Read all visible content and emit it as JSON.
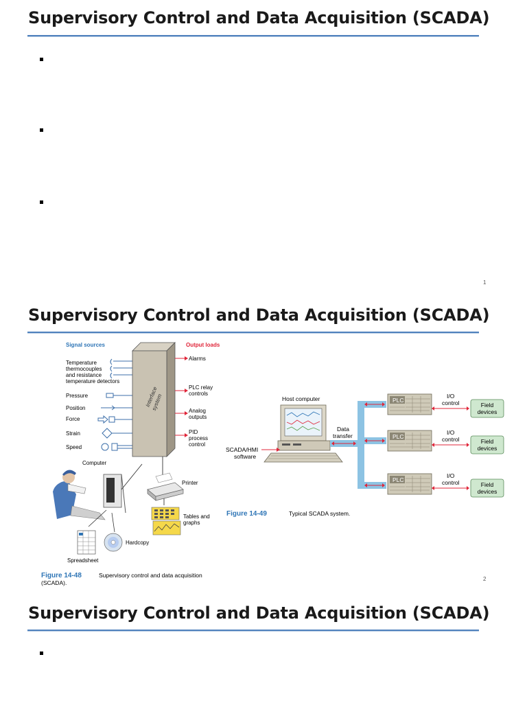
{
  "slides": [
    {
      "title": "Supervisory Control and Data Acquisition (SCADA)",
      "page_number": "1"
    },
    {
      "title": "Supervisory Control and Data Acquisition (SCADA)",
      "page_number": "2"
    },
    {
      "title": "Supervisory Control and Data Acquisition (SCADA)"
    }
  ],
  "fig48": {
    "signal_sources_label": "Signal sources",
    "output_loads_label": "Output loads",
    "sensor_lines": [
      "Temperature",
      "thermocouples",
      "and resistance",
      "temperature detectors"
    ],
    "sensors": [
      "Pressure",
      "Position",
      "Force",
      "Strain",
      "Speed"
    ],
    "interface_line1": "Interface",
    "interface_line2": "system",
    "outputs": {
      "alarms": "Alarms",
      "plc_relay_1": "PLC relay",
      "plc_relay_2": "controls",
      "analog_1": "Analog",
      "analog_2": "outputs",
      "pid_1": "PID",
      "pid_2": "process",
      "pid_3": "control"
    },
    "computer_label": "Computer",
    "printer_label": "Printer",
    "tables_1": "Tables and",
    "tables_2": "graphs",
    "hardcopy_label": "Hardcopy",
    "spreadsheet_label": "Spreadsheet",
    "caption_num": "Figure 14-48",
    "caption_text": "Supervisory control and data acquisition",
    "caption_text_2": "(SCADA)."
  },
  "fig49": {
    "host_label": "Host computer",
    "scada_1": "SCADA/HMI",
    "scada_2": "software",
    "data_1": "Data",
    "data_2": "transfer",
    "plc_label": "PLC",
    "io_1": "I/O",
    "io_2": "control",
    "field_1": "Field",
    "field_2": "devices",
    "caption_num": "Figure 14-49",
    "caption_text": "Typical SCADA system."
  },
  "colors": {
    "title_rule": "#4f81bd",
    "figure_blue": "#2e75b6",
    "output_red": "#e0263a",
    "bus_blue": "#8dc3e3",
    "field_green": "#cfe8cf"
  }
}
